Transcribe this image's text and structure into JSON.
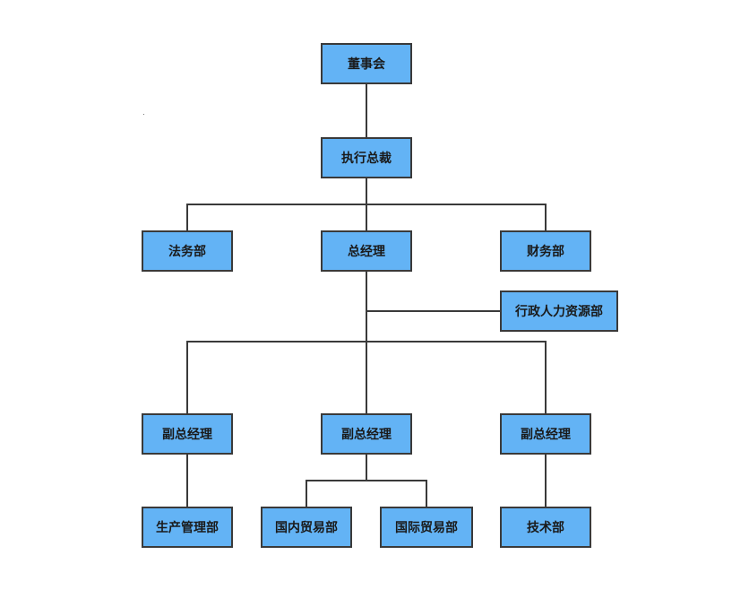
{
  "colors": {
    "node_fill": "#63b3f5",
    "node_border": "#3a3a3a",
    "connector": "#3a3a3a",
    "background": "#ffffff"
  },
  "org": {
    "board": "董事会",
    "ceo": "执行总裁",
    "legal": "法务部",
    "gm": "总经理",
    "finance": "财务部",
    "admin_hr": "行政人力资源部",
    "vp_left": "副总经理",
    "vp_center": "副总经理",
    "vp_right": "副总经理",
    "production": "生产管理部",
    "domestic_trade": "国内贸易部",
    "intl_trade": "国际贸易部",
    "tech": "技术部"
  }
}
